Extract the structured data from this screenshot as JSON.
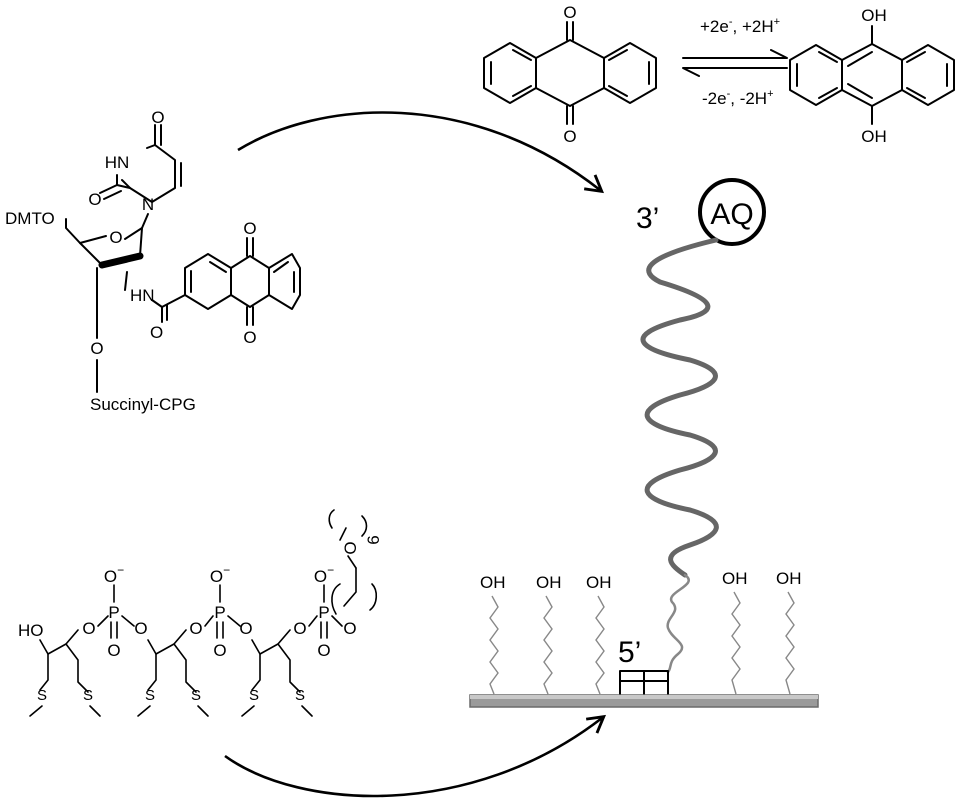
{
  "reaction": {
    "forward": "+2e",
    "forward_sup": "-",
    "forward_b": ", +2H",
    "forward_b_sup": "+",
    "reverse": "-2e",
    "reverse_sup": "-",
    "reverse_b": ", -2H",
    "reverse_b_sup": "+",
    "oxo_top": "O",
    "oxo_bottom": "O",
    "hydroxy_top": "OH",
    "hydroxy_bottom": "OH"
  },
  "monomer": {
    "uracil_o_top": "O",
    "uracil_hn": "HN",
    "uracil_o_left": "O",
    "uracil_n": "N",
    "dmto": "DMTO",
    "ring_o": "O",
    "amide_nh": "HN",
    "aq_o_top": "O",
    "aq_o_bottom": "O",
    "amide_o": "O",
    "linker_o": "O",
    "support": "Succinyl-CPG"
  },
  "anchor": {
    "ho": "HO",
    "o1": "O",
    "p1": "P",
    "o1_minus": "O",
    "o1_minus_sup": "−",
    "o1_double": "O",
    "o2": "O",
    "o3": "O",
    "p2": "P",
    "o2_minus": "O",
    "o2_minus_sup": "−",
    "o2_double": "O",
    "o4": "O",
    "o5": "O",
    "p3": "P",
    "o3_minus": "O",
    "o3_minus_sup": "−",
    "o3_double": "O",
    "o6": "O",
    "peg_o": "O",
    "peg_repeat": "6",
    "s_labels": [
      "S",
      "S",
      "S",
      "S",
      "S",
      "S"
    ]
  },
  "surface": {
    "label_3prime": "3’",
    "label_5prime": "5’",
    "aq_label": "AQ",
    "oh_labels": [
      "OH",
      "OH",
      "OH",
      "OH",
      "OH"
    ]
  }
}
